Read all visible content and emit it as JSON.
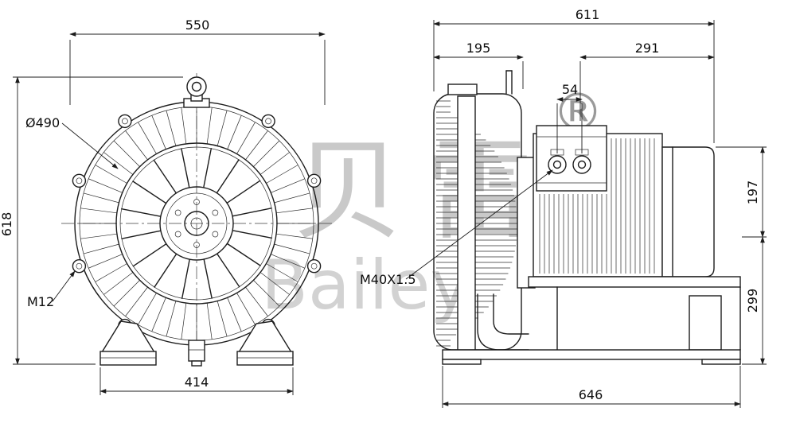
{
  "watermark": {
    "cjk": "贝雷",
    "latin": "Bailey",
    "registered": "®"
  },
  "front_view": {
    "dim_width": "550",
    "dim_height": "618",
    "dim_diameter": "Ø490",
    "dim_bolt": "M12",
    "dim_feet_span": "414"
  },
  "side_view": {
    "dim_overall_width": "611",
    "dim_housing_width": "195",
    "dim_motor_width": "291",
    "dim_gland_spacing": "54",
    "dim_upper_height": "197",
    "dim_lower_height": "299",
    "dim_base_width": "646",
    "label_cable_gland": "M40X1.5"
  }
}
